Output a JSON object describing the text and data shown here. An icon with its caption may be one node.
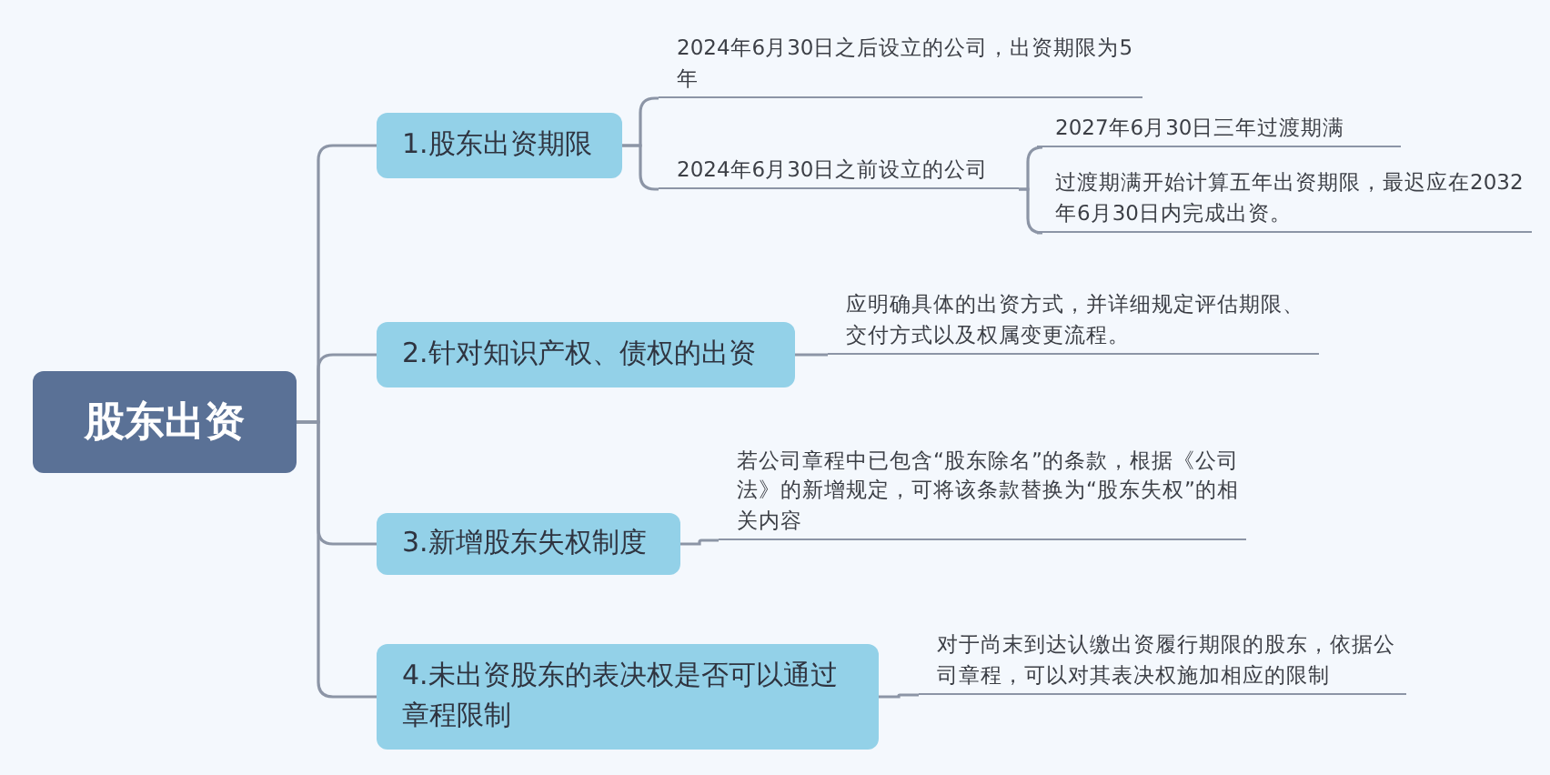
{
  "diagram": {
    "nodes": [
      {
        "text": [
          "股东出资"
        ]
      },
      {
        "text": [
          "1.股东出资期限"
        ]
      },
      {
        "text": [
          "2.针对知识产权、债权的出资"
        ]
      },
      {
        "text": [
          "3.新增股东失权制度"
        ]
      },
      {
        "text": [
          "4.未出资股东的表决权是否可以通过章程限制"
        ]
      },
      {
        "text": [
          "2024年6月30日之后设立的公司，出资期限为5年"
        ]
      },
      {
        "text": [
          "2024年6月30日之前设立的公司"
        ]
      },
      {
        "text": [
          "2027年6月30日三年过渡期满"
        ]
      },
      {
        "text": [
          "过渡期满开始计算五年出资期限，最迟应在2032年6月30日内完成出资。"
        ]
      },
      {
        "text": [
          "应明确具体的出资方式，并详细规定评估期限、交付方式以及权属变更流程。"
        ]
      },
      {
        "text": [
          "若公司章程中已包含“股东除名”的条款，根据《公司法》的新增规定，可将该条款替换为“股东失权”的相关内容"
        ]
      },
      {
        "text": [
          "对于尚末到达认缴出资履行期限的股东，依据公司章程，可以对其表决权施加相应的限制"
        ]
      }
    ],
    "edges": [
      {
        "from": 0,
        "to": 1,
        "arrow": "none"
      },
      {
        "from": 0,
        "to": 2,
        "arrow": "none"
      },
      {
        "from": 0,
        "to": 3,
        "arrow": "none"
      },
      {
        "from": 0,
        "to": 4,
        "arrow": "none"
      },
      {
        "from": 1,
        "to": 5,
        "arrow": "none"
      },
      {
        "from": 1,
        "to": 6,
        "arrow": "none"
      },
      {
        "from": 6,
        "to": 7,
        "arrow": "none"
      },
      {
        "from": 6,
        "to": 8,
        "arrow": "none"
      },
      {
        "from": 2,
        "to": 9,
        "arrow": "none"
      },
      {
        "from": 3,
        "to": 10,
        "arrow": "none"
      },
      {
        "from": 4,
        "to": 11,
        "arrow": "none"
      }
    ]
  }
}
